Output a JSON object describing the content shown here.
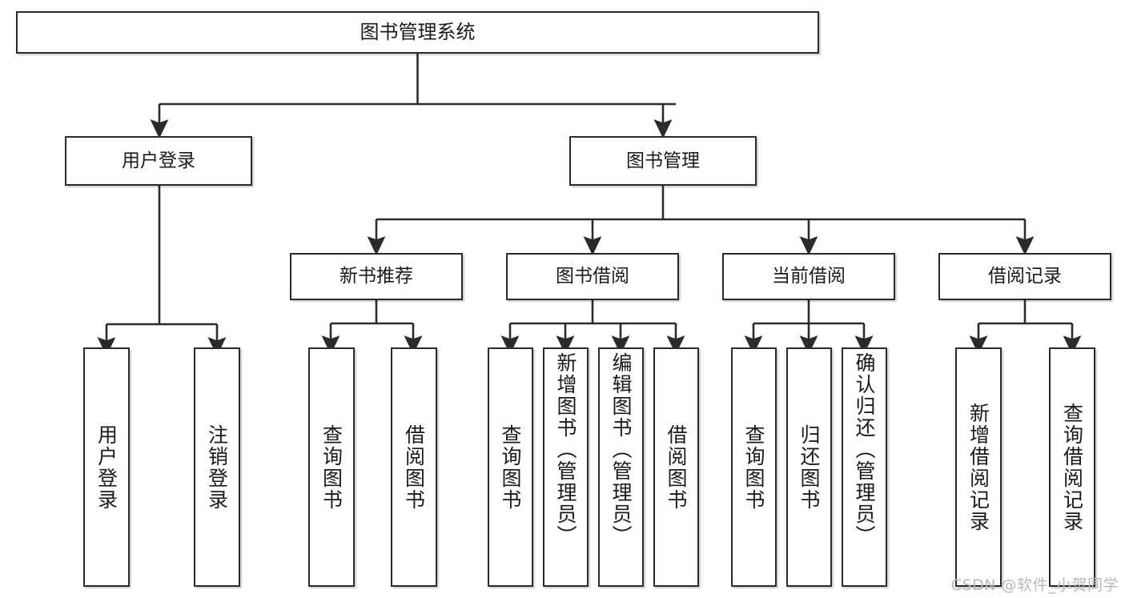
{
  "diagram": {
    "title": "图书管理系统",
    "type": "tree-hierarchy-diagram",
    "background_color": "#ffffff",
    "line_color": "#2b2b2b",
    "text_color": "#1a1a1a",
    "levels": [
      {
        "level": 1,
        "nodes": [
          {
            "id": "root",
            "label": "图书管理系统",
            "orientation": "horizontal"
          }
        ]
      },
      {
        "level": 2,
        "nodes": [
          {
            "id": "user-login",
            "label": "用户登录",
            "orientation": "horizontal"
          },
          {
            "id": "book-management",
            "label": "图书管理",
            "orientation": "horizontal"
          }
        ]
      },
      {
        "level": 3,
        "nodes": [
          {
            "id": "new-book-recommend",
            "label": "新书推荐",
            "orientation": "horizontal"
          },
          {
            "id": "book-borrow",
            "label": "图书借阅",
            "orientation": "horizontal"
          },
          {
            "id": "current-borrow",
            "label": "当前借阅",
            "orientation": "horizontal"
          },
          {
            "id": "borrow-record",
            "label": "借阅记录",
            "orientation": "horizontal"
          }
        ]
      },
      {
        "level": 4,
        "nodes": [
          {
            "id": "leaf-user-login",
            "label": "用户登录",
            "orientation": "vertical",
            "parent": "user-login"
          },
          {
            "id": "leaf-logout-login",
            "label": "注销登录",
            "orientation": "vertical",
            "parent": "user-login"
          },
          {
            "id": "leaf-query-book-1",
            "label": "查询图书",
            "orientation": "vertical",
            "parent": "new-book-recommend"
          },
          {
            "id": "leaf-borrow-book-1",
            "label": "借阅图书",
            "orientation": "vertical",
            "parent": "new-book-recommend"
          },
          {
            "id": "leaf-query-book-2",
            "label": "查询图书",
            "orientation": "vertical",
            "parent": "book-borrow"
          },
          {
            "id": "leaf-add-book-admin",
            "label": "新增图书（管理员）",
            "orientation": "vertical",
            "parent": "book-borrow"
          },
          {
            "id": "leaf-edit-book-admin",
            "label": "编辑图书（管理员）",
            "orientation": "vertical",
            "parent": "book-borrow"
          },
          {
            "id": "leaf-borrow-book-2",
            "label": "借阅图书",
            "orientation": "vertical",
            "parent": "book-borrow"
          },
          {
            "id": "leaf-query-book-3",
            "label": "查询图书",
            "orientation": "vertical",
            "parent": "current-borrow"
          },
          {
            "id": "leaf-return-book",
            "label": "归还图书",
            "orientation": "vertical",
            "parent": "current-borrow"
          },
          {
            "id": "leaf-confirm-return-admin",
            "label": "确认归还（管理员）",
            "orientation": "vertical",
            "parent": "current-borrow"
          },
          {
            "id": "leaf-add-borrow-record",
            "label": "新增借阅记录",
            "orientation": "vertical",
            "parent": "borrow-record"
          },
          {
            "id": "leaf-query-borrow-record",
            "label": "查询借阅记录",
            "orientation": "vertical",
            "parent": "borrow-record"
          }
        ]
      }
    ]
  },
  "watermark": {
    "text": "CSDN @软件_小贺同学"
  }
}
